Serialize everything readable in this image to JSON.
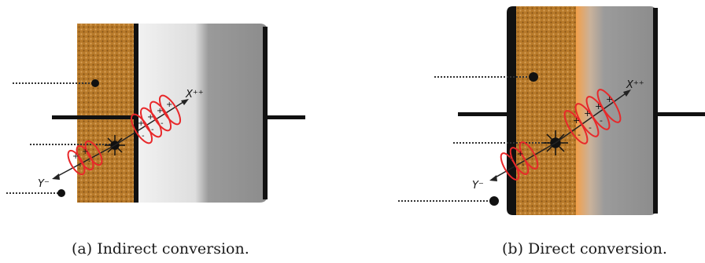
{
  "figure": {
    "panels": [
      {
        "id": "a",
        "caption": "(a) Indirect conversion.",
        "labels": {
          "x": "X⁺⁺",
          "y": "Y⁻"
        },
        "colors": {
          "photoconductor": "#b87a2a",
          "detector_light": "#e4e4e4",
          "detector_dark": "#8c8c8c",
          "rings": "#e8282a"
        }
      },
      {
        "id": "b",
        "caption": "(b) Direct conversion.",
        "labels": {
          "x": "X⁺⁺",
          "y": "Y⁻"
        },
        "colors": {
          "photoconductor": "#b87a2a",
          "transition": "#f3a04a",
          "detector_dark": "#8c8c8c",
          "rings": "#e8282a"
        }
      }
    ]
  }
}
